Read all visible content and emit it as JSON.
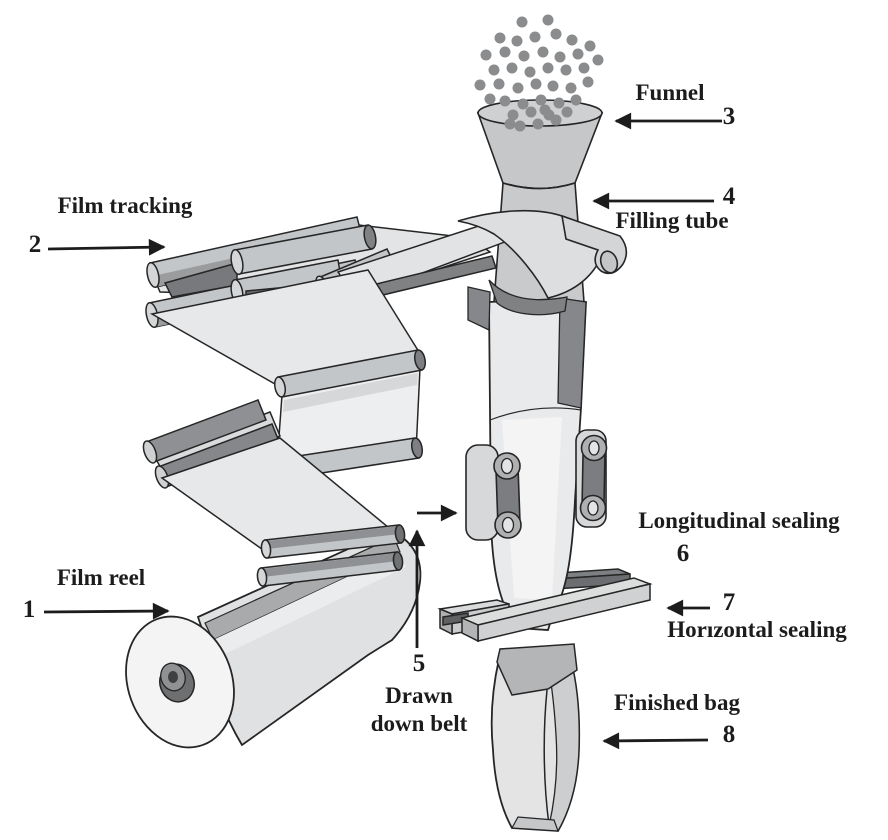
{
  "figure": {
    "type": "technical-diagram",
    "subject": "Vertical form-fill-seal bagging machine"
  },
  "labels": {
    "film_reel": {
      "number": "1",
      "text": "Film reel"
    },
    "film_tracking": {
      "number": "2",
      "text": "Film tracking"
    },
    "funnel": {
      "number": "3",
      "text": "Funnel"
    },
    "filling_tube": {
      "number": "4",
      "text": "Filling tube"
    },
    "drawn_down_belt": {
      "number": "5",
      "line1": "Drawn",
      "line2": "down belt"
    },
    "longitudinal_sealing": {
      "number": "6",
      "text": "Longitudinal sealing"
    },
    "horizontal_sealing": {
      "number": "7",
      "text": "Horızontal sealing"
    },
    "finished_bag": {
      "number": "8",
      "text": "Finished bag"
    }
  },
  "colors": {
    "ink": "#262626",
    "film_light": "#e7e8ea",
    "film_mid": "#d4d5d7",
    "metal_light": "#c6c9cb",
    "metal_dark": "#8e9093",
    "shadow_dark": "#6e7072",
    "background": "#ffffff"
  }
}
